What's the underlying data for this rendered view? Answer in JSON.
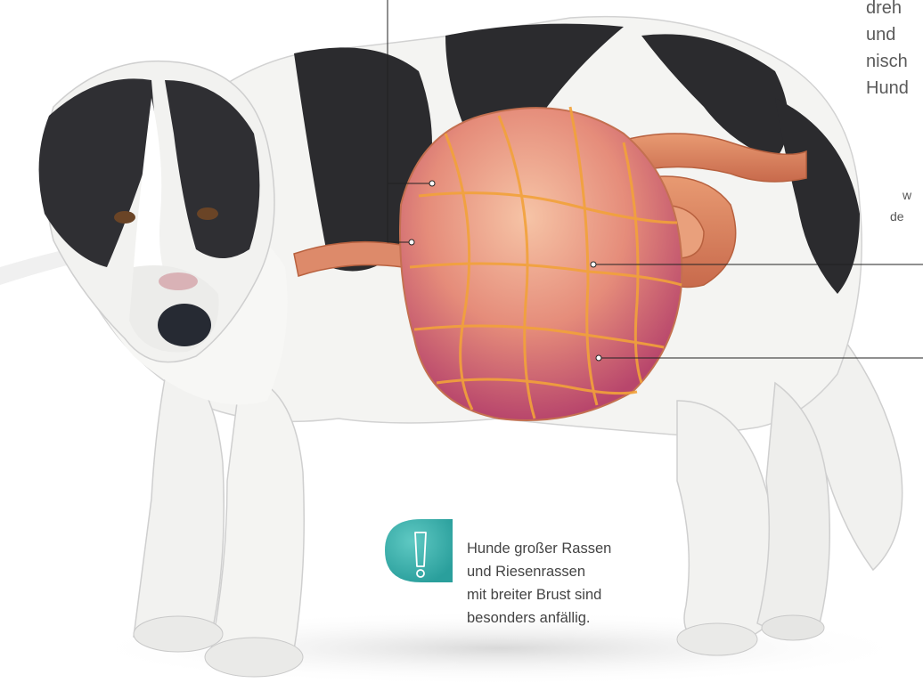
{
  "callouts": {
    "top_lines": [
      "dreh",
      "und",
      "nisch",
      "Hund"
    ],
    "mid_lines": [
      "w",
      "de"
    ]
  },
  "warning": {
    "icon": "exclamation-icon",
    "icon_color": "#3fb3b0",
    "lines": [
      "Hunde großer Rassen",
      "und Riesenrassen",
      "mit breiter Brust sind",
      "besonders anfällig."
    ]
  },
  "colors": {
    "fur_dark": "#2b2b2e",
    "fur_light": "#f4f4f2",
    "stomach": "#e79a7a",
    "vessels": "#f2a23a",
    "intestine": "#d9805c",
    "congested": "#b03a5a"
  }
}
